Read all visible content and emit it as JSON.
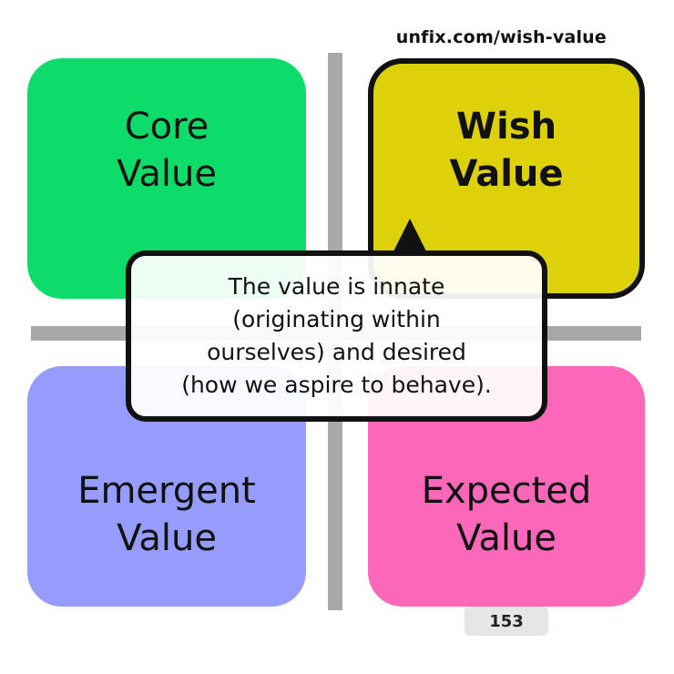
{
  "source_url": "unfix.com/wish-value",
  "quadrants": [
    {
      "id": "core",
      "label": "Core\nValue",
      "color": "#0ddc6a",
      "highlighted": false
    },
    {
      "id": "wish",
      "label": "Wish\nValue",
      "color": "#ddd20a",
      "highlighted": true
    },
    {
      "id": "emergent",
      "label": "Emergent\nValue",
      "color": "#969cfb",
      "highlighted": false
    },
    {
      "id": "expected",
      "label": "Expected\nValue",
      "color": "#fb68b9",
      "highlighted": false
    }
  ],
  "callout": {
    "text": "The value is innate\n(originating within\nourselves) and desired\n(how we aspire to behave)."
  },
  "page_number": "153"
}
